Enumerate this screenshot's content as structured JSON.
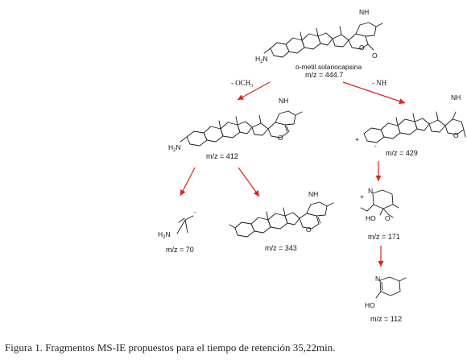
{
  "compound_name": "o-metil solanocapsina",
  "parent_mz": "m/z = 444.7",
  "loss_och3_prefix": "- OCH",
  "loss_och3_sub": "3",
  "loss_nh": "- NH",
  "mz_412": "m/z = 412",
  "mz_429": "m/z = 429",
  "mz_70": "m/z = 70",
  "mz_343": "m/z = 343",
  "mz_171": "m/z = 171",
  "mz_112": "m/z = 112",
  "atoms": {
    "nh": "NH",
    "n": "N",
    "o": "O",
    "ho": "HO",
    "h2n": "H",
    "h2n_sub": "2",
    "n_tail": "N",
    "h2n_tail": "N",
    "plus": "+",
    "minus": "-"
  },
  "caption": "Figura 1. Fragmentos MS-IE propuestos para el tiempo de retención 35,22min."
}
